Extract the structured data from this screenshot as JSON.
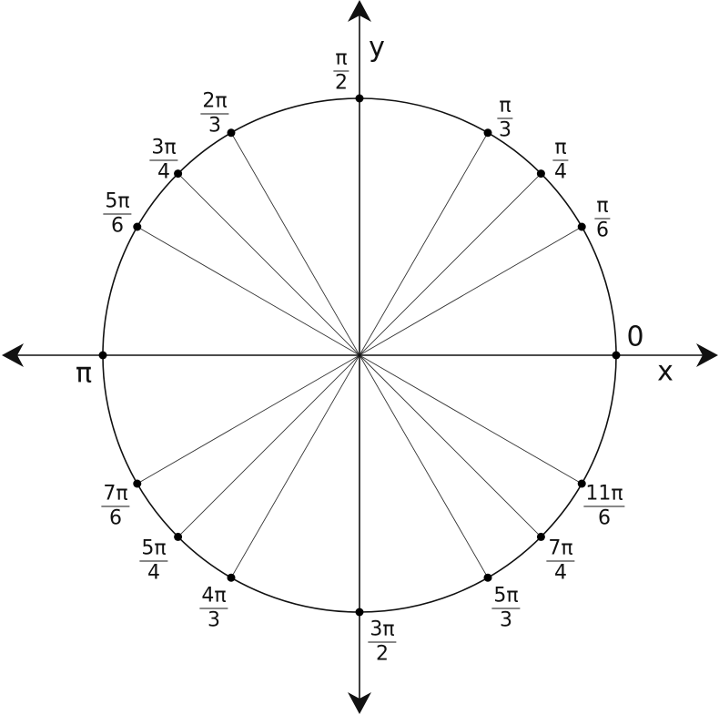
{
  "axes": {
    "x_label": "x",
    "y_label": "y"
  },
  "circle": {
    "stroke": "#111111",
    "point_color": "#000000"
  },
  "angles": [
    {
      "deg": 0,
      "single": "0"
    },
    {
      "deg": 30,
      "num": "π",
      "den": "6"
    },
    {
      "deg": 45,
      "num": "π",
      "den": "4"
    },
    {
      "deg": 60,
      "num": "π",
      "den": "3"
    },
    {
      "deg": 90,
      "num": "π",
      "den": "2"
    },
    {
      "deg": 120,
      "num": "2π",
      "den": "3"
    },
    {
      "deg": 135,
      "num": "3π",
      "den": "4"
    },
    {
      "deg": 150,
      "num": "5π",
      "den": "6"
    },
    {
      "deg": 180,
      "single": "π"
    },
    {
      "deg": 210,
      "num": "7π",
      "den": "6"
    },
    {
      "deg": 225,
      "num": "5π",
      "den": "4"
    },
    {
      "deg": 240,
      "num": "4π",
      "den": "3"
    },
    {
      "deg": 270,
      "num": "3π",
      "den": "2"
    },
    {
      "deg": 300,
      "num": "5π",
      "den": "3"
    },
    {
      "deg": 315,
      "num": "7π",
      "den": "4"
    },
    {
      "deg": 330,
      "num": "11π",
      "den": "6"
    }
  ]
}
